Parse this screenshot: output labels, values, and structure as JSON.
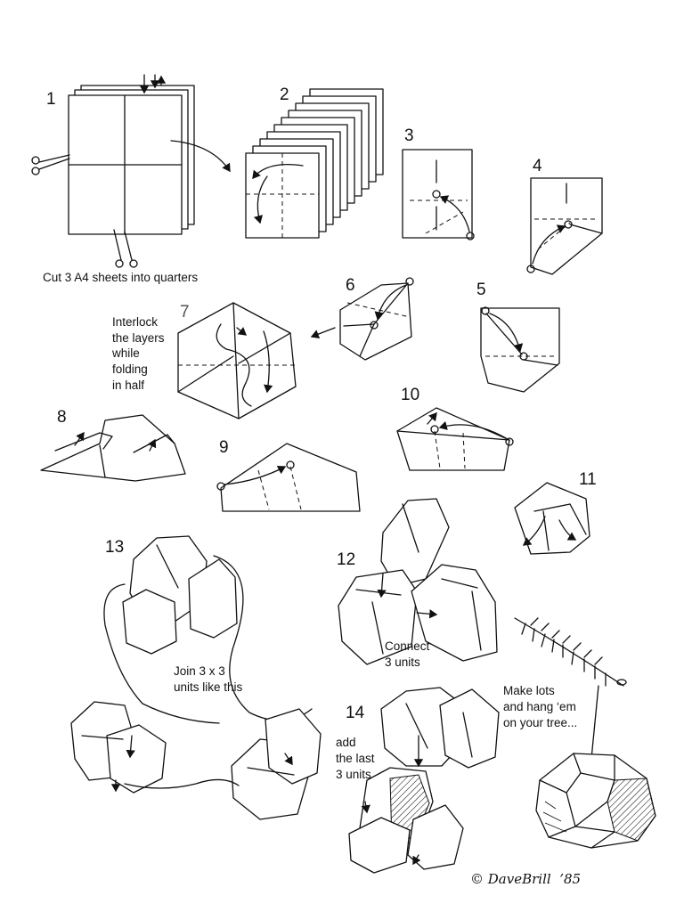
{
  "steps": [
    "1",
    "2",
    "3",
    "4",
    "5",
    "6",
    "7",
    "8",
    "9",
    "10",
    "11",
    "12",
    "13",
    "14"
  ],
  "labels": {
    "step1": "Cut 3 A4 sheets into quarters",
    "step7": [
      "Interlock",
      "the layers",
      "while",
      "folding",
      "in half"
    ],
    "step12": [
      "Connect",
      "3 units"
    ],
    "step13": [
      "Join 3 x 3",
      "units like this"
    ],
    "step14": [
      "add",
      "the last",
      "3 units"
    ],
    "tree": [
      "Make lots",
      "and hang ‘em",
      "on your tree..."
    ]
  },
  "signature": "© DaveBrill  ’85",
  "colors": {
    "ink": "#111111",
    "paper": "#ffffff"
  }
}
